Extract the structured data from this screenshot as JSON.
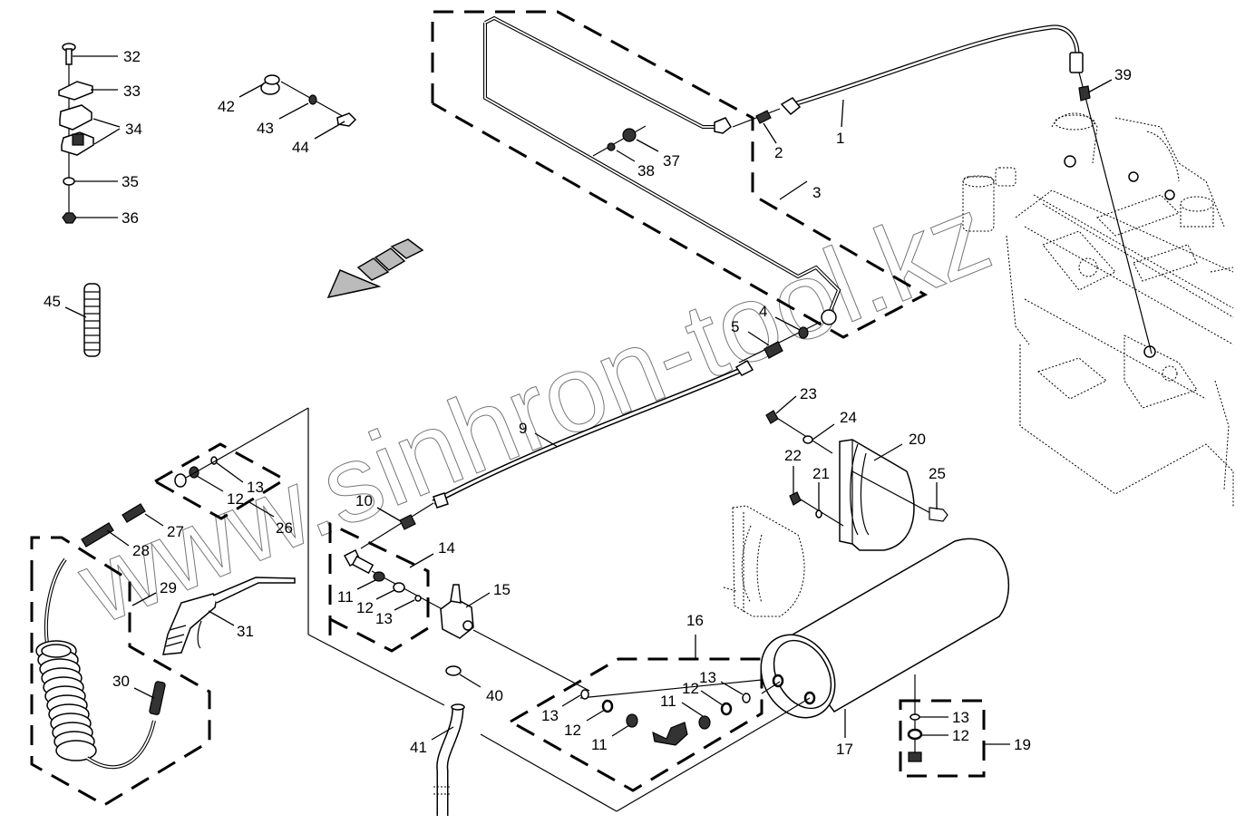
{
  "diagram": {
    "title": "Compressed air system parts diagram",
    "watermark": "www.sinhron-tool.kz",
    "flow_direction_arrow": "down-left",
    "callouts": [
      {
        "id": "1",
        "part": "hose"
      },
      {
        "id": "2",
        "part": "fitting"
      },
      {
        "id": "3",
        "part": "pipe kit"
      },
      {
        "id": "4",
        "part": "seal ring"
      },
      {
        "id": "5",
        "part": "fitting"
      },
      {
        "id": "9",
        "part": "hose"
      },
      {
        "id": "10",
        "part": "fitting"
      },
      {
        "id": "11",
        "part": "nut"
      },
      {
        "id": "12",
        "part": "washer"
      },
      {
        "id": "13",
        "part": "o-ring"
      },
      {
        "id": "14",
        "part": "fitting kit"
      },
      {
        "id": "15",
        "part": "valve block"
      },
      {
        "id": "16",
        "part": "fitting kit"
      },
      {
        "id": "17",
        "part": "air tank"
      },
      {
        "id": "19",
        "part": "drain plug kit"
      },
      {
        "id": "20",
        "part": "tank bracket"
      },
      {
        "id": "21",
        "part": "washer"
      },
      {
        "id": "22",
        "part": "nut"
      },
      {
        "id": "23",
        "part": "nut"
      },
      {
        "id": "24",
        "part": "washer"
      },
      {
        "id": "25",
        "part": "bolt"
      },
      {
        "id": "26",
        "part": "coupling kit"
      },
      {
        "id": "27",
        "part": "coupling"
      },
      {
        "id": "28",
        "part": "nipple"
      },
      {
        "id": "29",
        "part": "spiral hose kit"
      },
      {
        "id": "30",
        "part": "connector"
      },
      {
        "id": "31",
        "part": "air blow gun"
      },
      {
        "id": "32",
        "part": "bolt"
      },
      {
        "id": "33",
        "part": "plate"
      },
      {
        "id": "34",
        "part": "clamp"
      },
      {
        "id": "35",
        "part": "washer"
      },
      {
        "id": "36",
        "part": "nut"
      },
      {
        "id": "37",
        "part": "nut"
      },
      {
        "id": "38",
        "part": "nut"
      },
      {
        "id": "39",
        "part": "fitting"
      },
      {
        "id": "40",
        "part": "hose clamp"
      },
      {
        "id": "41",
        "part": "hose"
      },
      {
        "id": "42",
        "part": "clip"
      },
      {
        "id": "43",
        "part": "washer"
      },
      {
        "id": "44",
        "part": "bolt"
      },
      {
        "id": "45",
        "part": "protective sleeve"
      }
    ],
    "labels": {
      "l1": "1",
      "l2": "2",
      "l3": "3",
      "l4": "4",
      "l5": "5",
      "l9": "9",
      "l10": "10",
      "l11a": "11",
      "l12a": "12",
      "l13a": "13",
      "l11b": "11",
      "l12b": "12",
      "l13b": "13",
      "l11c": "11",
      "l12c": "12",
      "l13c": "13",
      "l12d": "12",
      "l13d": "13",
      "l12e": "12",
      "l13e": "13",
      "l14": "14",
      "l15": "15",
      "l16": "16",
      "l17": "17",
      "l19": "19",
      "l20": "20",
      "l21": "21",
      "l22": "22",
      "l23": "23",
      "l24": "24",
      "l25": "25",
      "l26": "26",
      "l27": "27",
      "l28": "28",
      "l29": "29",
      "l30": "30",
      "l31": "31",
      "l32": "32",
      "l33": "33",
      "l34": "34",
      "l35": "35",
      "l36": "36",
      "l37": "37",
      "l38": "38",
      "l39": "39",
      "l40": "40",
      "l41": "41",
      "l42": "42",
      "l43": "43",
      "l44": "44",
      "l45": "45"
    }
  }
}
